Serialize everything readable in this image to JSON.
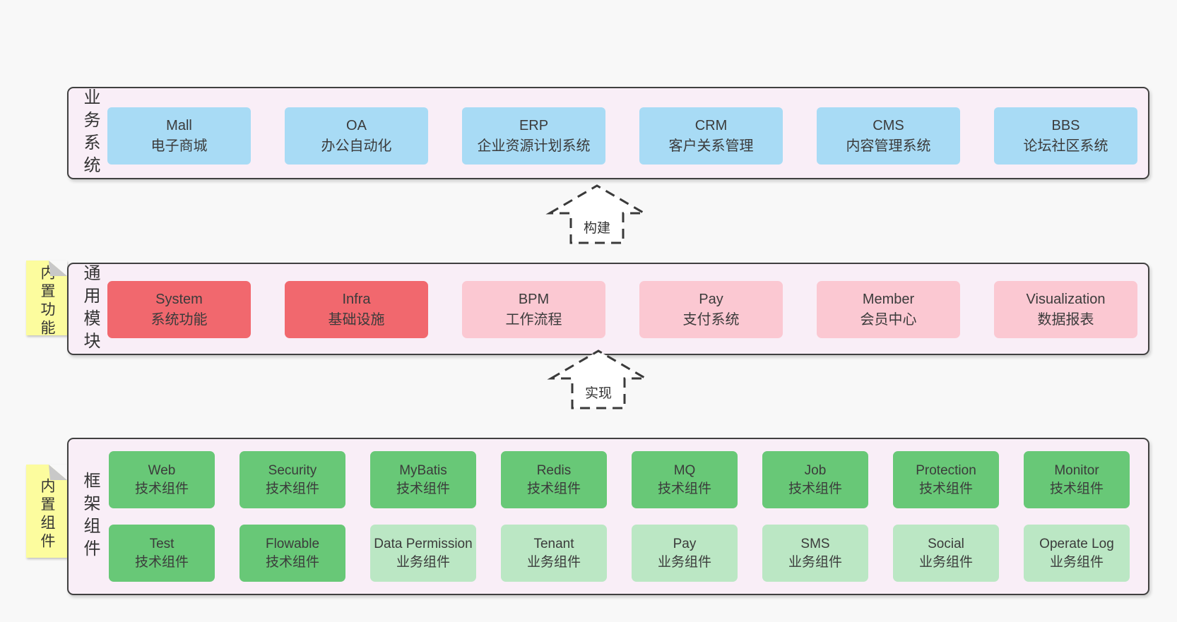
{
  "colors": {
    "background": "#f8f8f8",
    "panel_bg": "#f9eef7",
    "panel_border": "#404040",
    "blue_box": "#a8dbf5",
    "red_box": "#f1686e",
    "pink_box": "#fbc8d2",
    "green_box": "#68c877",
    "light_green_box": "#bbe7c4",
    "sticky_note": "#fcfc9e",
    "sticky_fold": "#c8c8c8",
    "text": "#3b3b3b"
  },
  "arrows": [
    {
      "label": "构建"
    },
    {
      "label": "实现"
    }
  ],
  "layers": [
    {
      "label": "业务系统",
      "boxes": [
        {
          "en": "Mall",
          "zh": "电子商城"
        },
        {
          "en": "OA",
          "zh": "办公自动化"
        },
        {
          "en": "ERP",
          "zh": "企业资源计划系统"
        },
        {
          "en": "CRM",
          "zh": "客户关系管理"
        },
        {
          "en": "CMS",
          "zh": "内容管理系统"
        },
        {
          "en": "BBS",
          "zh": "论坛社区系统"
        }
      ]
    },
    {
      "label": "通用模块",
      "sticky": "内置功能",
      "boxes": [
        {
          "en": "System",
          "zh": "系统功能"
        },
        {
          "en": "Infra",
          "zh": "基础设施"
        },
        {
          "en": "BPM",
          "zh": "工作流程"
        },
        {
          "en": "Pay",
          "zh": "支付系统"
        },
        {
          "en": "Member",
          "zh": "会员中心"
        },
        {
          "en": "Visualization",
          "zh": "数据报表"
        }
      ]
    },
    {
      "label": "框架组件",
      "sticky": "内置组件",
      "rows": [
        [
          {
            "en": "Web",
            "zh": "技术组件"
          },
          {
            "en": "Security",
            "zh": "技术组件"
          },
          {
            "en": "MyBatis",
            "zh": "技术组件"
          },
          {
            "en": "Redis",
            "zh": "技术组件"
          },
          {
            "en": "MQ",
            "zh": "技术组件"
          },
          {
            "en": "Job",
            "zh": "技术组件"
          },
          {
            "en": "Protection",
            "zh": "技术组件"
          },
          {
            "en": "Monitor",
            "zh": "技术组件"
          }
        ],
        [
          {
            "en": "Test",
            "zh": "技术组件"
          },
          {
            "en": "Flowable",
            "zh": "技术组件"
          },
          {
            "en": "Data Permission",
            "zh": "业务组件"
          },
          {
            "en": "Tenant",
            "zh": "业务组件"
          },
          {
            "en": "Pay",
            "zh": "业务组件"
          },
          {
            "en": "SMS",
            "zh": "业务组件"
          },
          {
            "en": "Social",
            "zh": "业务组件"
          },
          {
            "en": "Operate Log",
            "zh": "业务组件"
          }
        ]
      ]
    }
  ]
}
